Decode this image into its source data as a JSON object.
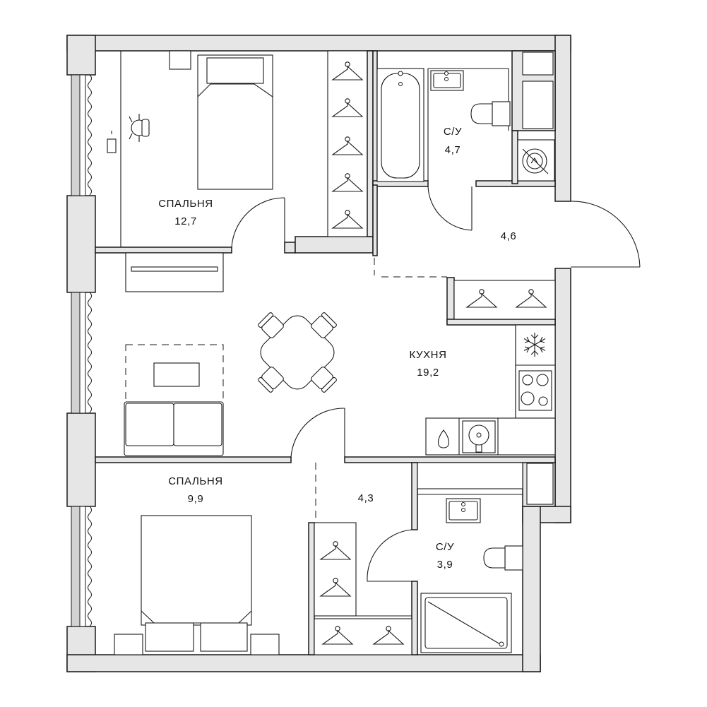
{
  "rooms": {
    "bedroom1": {
      "name": "СПАЛЬНЯ",
      "area": "12,7"
    },
    "bathroom1": {
      "name": "С/У",
      "area": "4,7"
    },
    "hallway": {
      "area": "4,6"
    },
    "kitchen": {
      "name": "КУХНЯ",
      "area": "19,2"
    },
    "bedroom2": {
      "name": "СПАЛЬНЯ",
      "area": "9,9"
    },
    "corridor": {
      "area": "4,3"
    },
    "bathroom2": {
      "name": "С/У",
      "area": "3,9"
    }
  },
  "colors": {
    "wall_fill": "#e6e6e6",
    "line": "#1a1a1a",
    "background": "#ffffff"
  },
  "icons": [
    "hanger-icon",
    "snowflake-icon",
    "cooktop-icon",
    "sink-icon",
    "toilet-icon",
    "bathtub-icon",
    "shower-icon",
    "boiler-icon",
    "chair-icon",
    "bed-icon",
    "sofa-icon"
  ]
}
